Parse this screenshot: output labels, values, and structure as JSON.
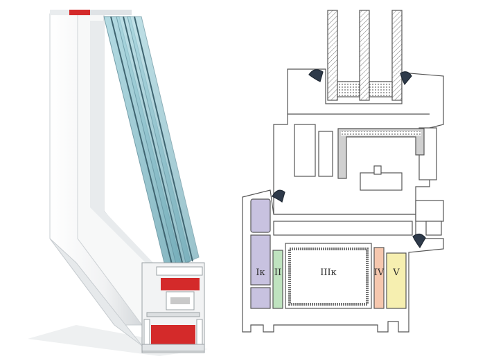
{
  "chambers": [
    {
      "id": "I",
      "label": "Iк",
      "fill": "#c8c2e0"
    },
    {
      "id": "II",
      "label": "II",
      "fill": "#bfe3bf"
    },
    {
      "id": "III",
      "label": "IIIк",
      "fill": "#ffffff"
    },
    {
      "id": "IV",
      "label": "IV",
      "fill": "#f6c7ae"
    },
    {
      "id": "V",
      "label": "V",
      "fill": "#f6efb0"
    }
  ],
  "colors": {
    "frame": "#f4f4f4",
    "frame_shadow": "#d9dde0",
    "glass": "#8fc3cf",
    "glass_edge": "#5f8f9c",
    "gasket": "#2e3a4a",
    "reinforcement": "#c9c9c9",
    "red_insert": "#d42a2a",
    "outline": "#555555"
  },
  "icons": [
    "window-profile-3d",
    "profile-cross-section",
    "seal-gasket-icon"
  ]
}
